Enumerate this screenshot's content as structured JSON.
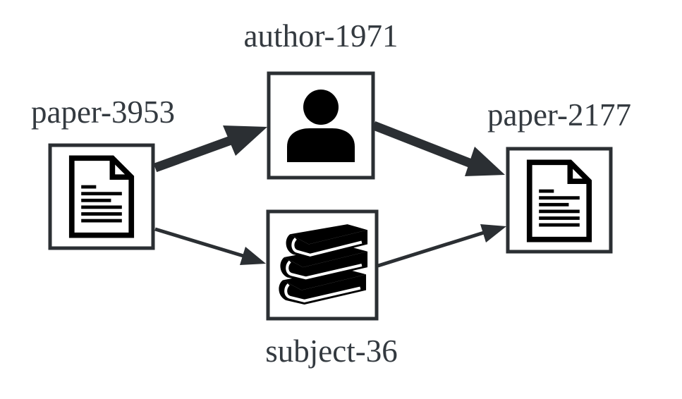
{
  "nodes": {
    "paper_3953": {
      "label": "paper-3953",
      "icon": "document-icon"
    },
    "author_1971": {
      "label": "author-1971",
      "icon": "person-icon"
    },
    "paper_2177": {
      "label": "paper-2177",
      "icon": "document-icon"
    },
    "subject_36": {
      "label": "subject-36",
      "icon": "books-icon"
    }
  },
  "edges": [
    {
      "from": "paper-3953",
      "to": "author-1971",
      "emphasis": "bold"
    },
    {
      "from": "author-1971",
      "to": "paper-2177",
      "emphasis": "bold"
    },
    {
      "from": "paper-3953",
      "to": "subject-36",
      "emphasis": "normal"
    },
    {
      "from": "subject-36",
      "to": "paper-2177",
      "emphasis": "normal"
    }
  ],
  "colors": {
    "stroke": "#2b2f33",
    "label": "#343a40",
    "icon": "#000000",
    "background": "#ffffff"
  }
}
